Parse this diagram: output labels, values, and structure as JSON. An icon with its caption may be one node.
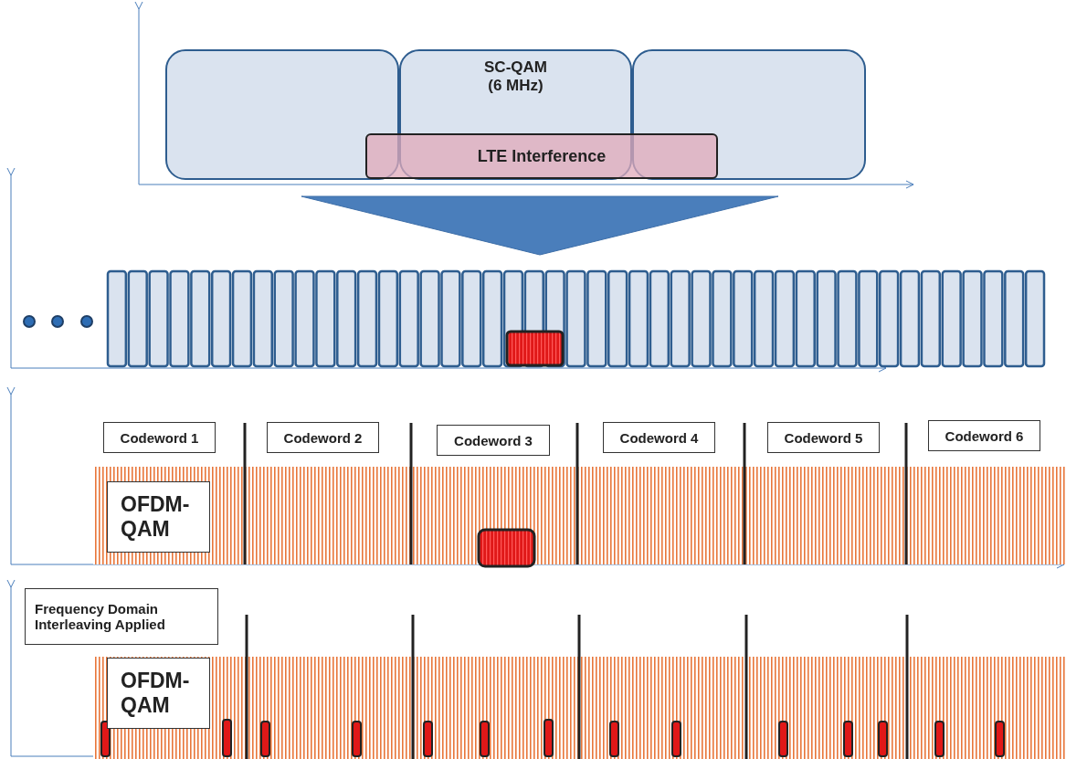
{
  "diagram": {
    "nodes": [
      {
        "text": [],
        "shape": "box"
      },
      {
        "text": [
          "SC-QAM (6 MHz)"
        ]
      },
      {
        "text": [],
        "shape": "box"
      },
      {
        "text": [
          "LTE Interference"
        ]
      },
      {
        "text": [
          "Codeword 1"
        ]
      },
      {
        "text": [
          "Codeword 2"
        ]
      },
      {
        "text": [
          "Codeword 3"
        ]
      },
      {
        "text": [
          "Codeword 4"
        ]
      },
      {
        "text": [
          "Codeword 5"
        ]
      },
      {
        "text": [
          "Codeword 6"
        ]
      },
      {
        "text": [
          "OFDM-QAM"
        ]
      },
      {
        "text": [
          "Frequency Domain Interleaving Applied"
        ]
      },
      {
        "text": [
          "OFDM-QAM"
        ]
      }
    ]
  }
}
